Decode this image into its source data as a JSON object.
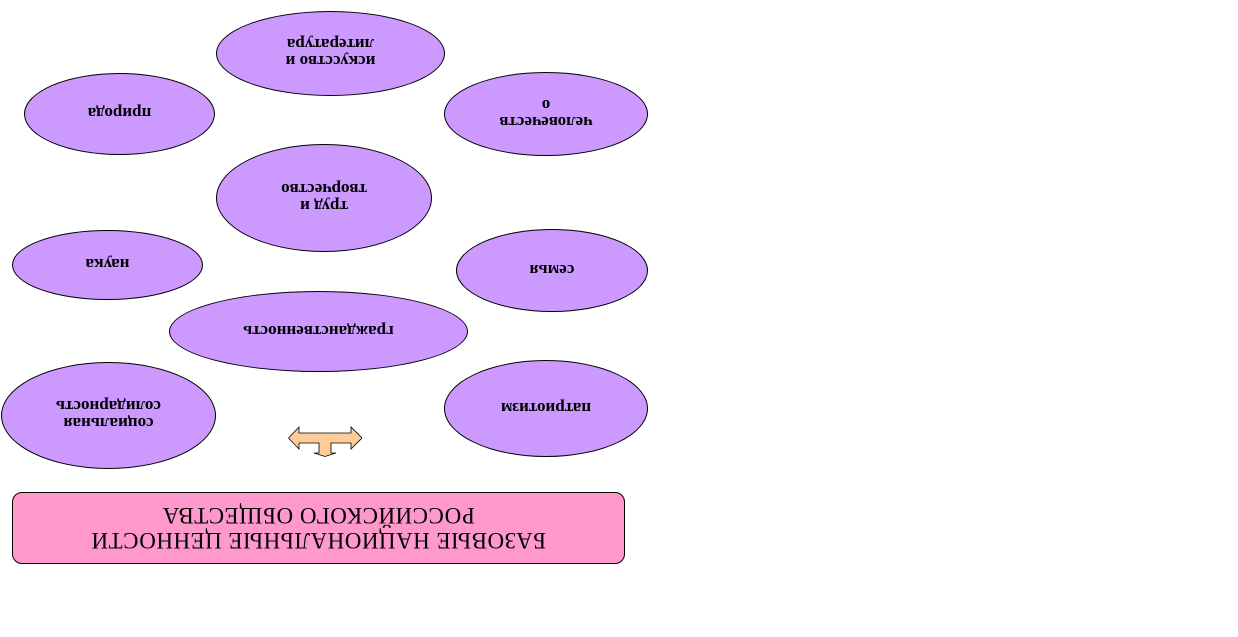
{
  "title": "БАЗОВЫЕ НАЦИОНАЛЬНЫЕ ЦЕННОСТИ\nРОССИЙСКОГО ОБЩЕСТВА",
  "values": {
    "patriotism": "патриотизм",
    "social_solidarity": "социальная\nсолидарность",
    "citizenship": "гражданственность",
    "family": "семья",
    "science": "наука",
    "labor_creativity": "труд и\nтворчество",
    "nature": "природа",
    "humanity": "человечеств\nо",
    "art_literature": "искусство и\nлитература"
  },
  "colors": {
    "node_fill": "#cc99ff",
    "title_fill": "#ff99cc",
    "arrow_fill": "#ffcc99",
    "outline": "#000000"
  },
  "icon": "three-way-arrow-icon"
}
